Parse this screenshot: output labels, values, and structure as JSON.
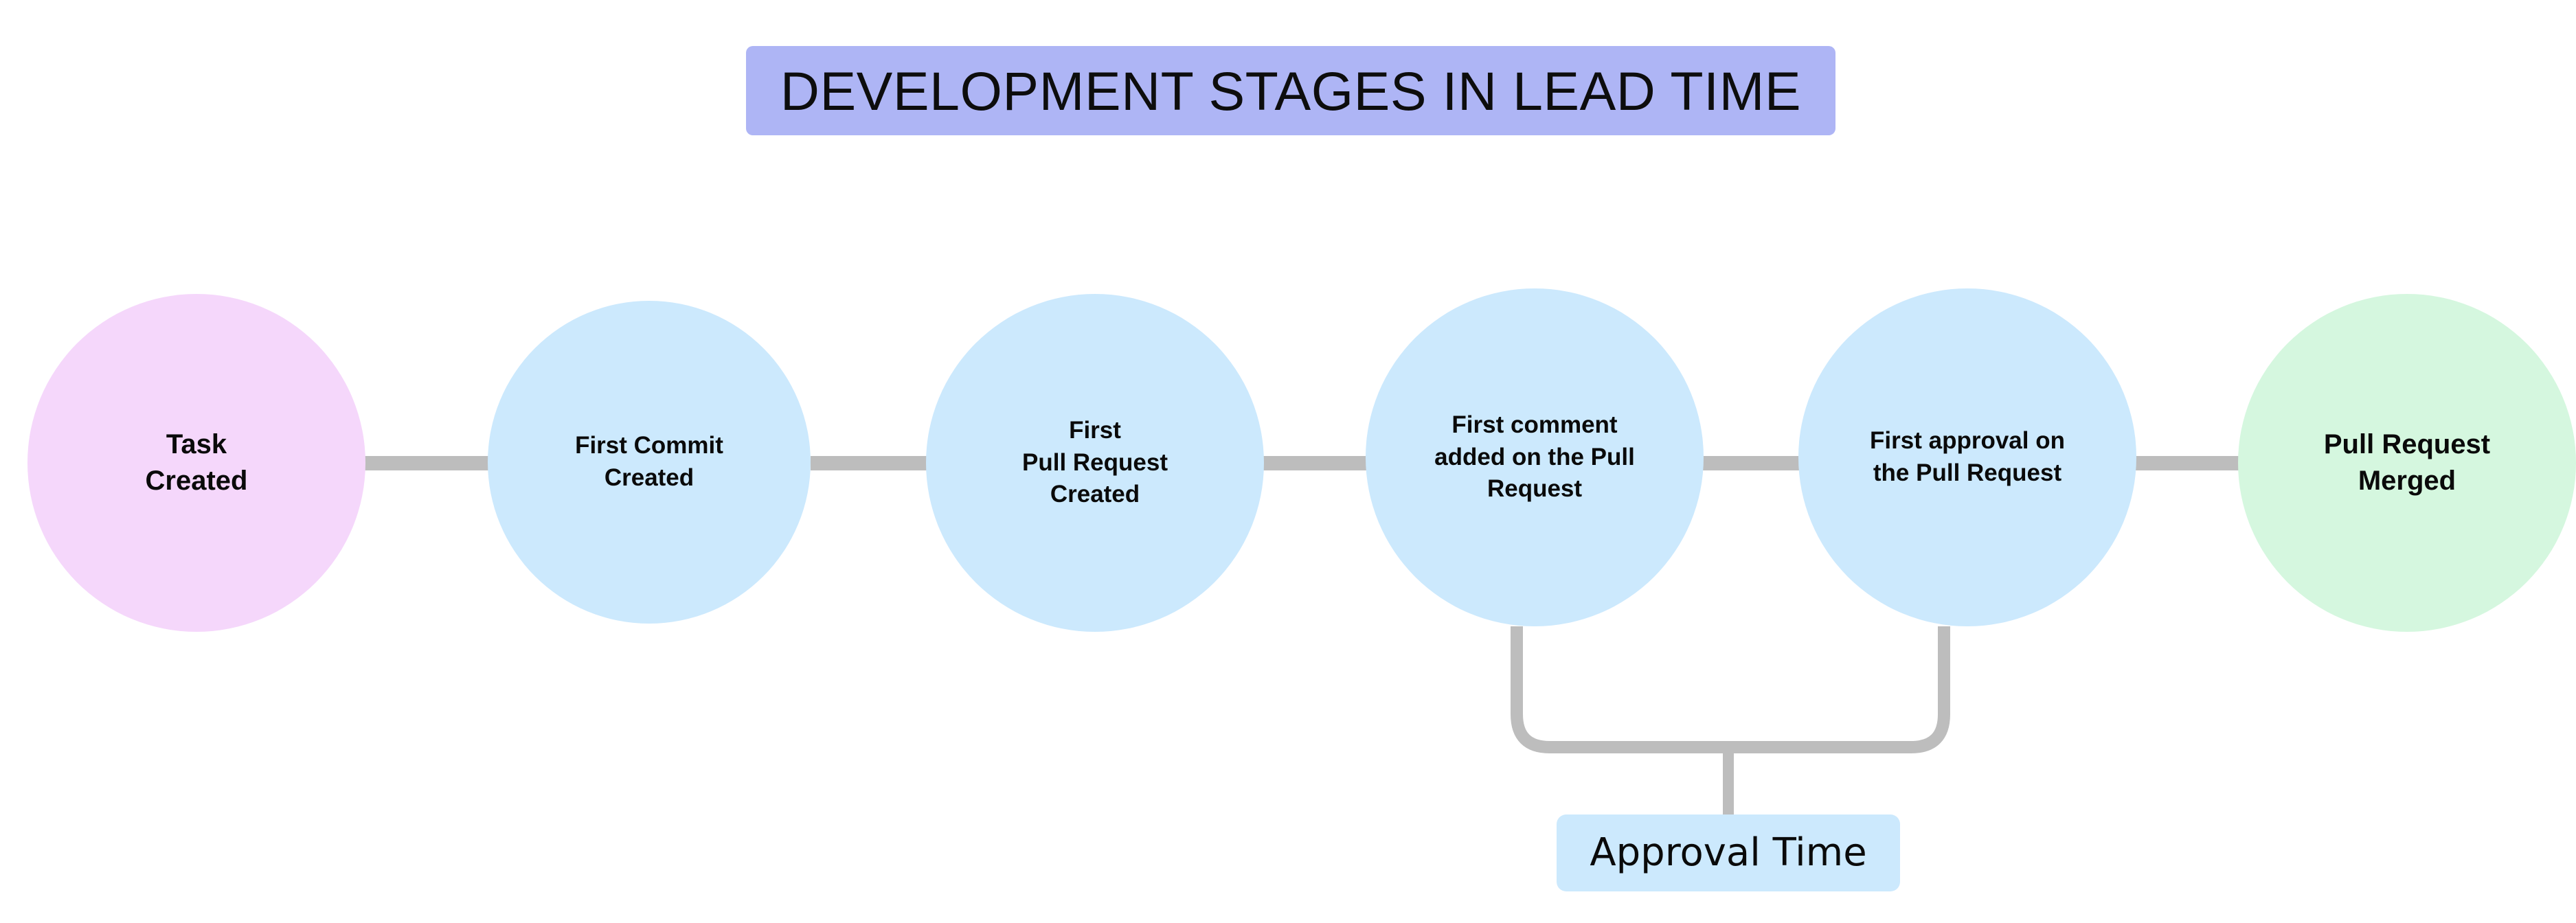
{
  "diagram": {
    "title": "DEVELOPMENT STAGES IN LEAD TIME",
    "title_bg_color": "#AEB5F5",
    "background_color": "#FFFFFF",
    "connector_color": "#BDBDBD",
    "stages": [
      {
        "id": "task-created",
        "label": "Task\nCreated",
        "color": "#F5D7FB",
        "order": 1
      },
      {
        "id": "first-commit-created",
        "label": "First Commit\nCreated",
        "color": "#CCE9FD",
        "order": 2
      },
      {
        "id": "first-pull-request-created",
        "label": "First\nPull Request\nCreated",
        "color": "#CCE9FD",
        "order": 3
      },
      {
        "id": "first-comment-added",
        "label": "First comment\nadded on the Pull\nRequest",
        "color": "#CCE9FD",
        "order": 4
      },
      {
        "id": "first-approval",
        "label": "First approval on\nthe Pull Request",
        "color": "#CCE9FD",
        "order": 5
      },
      {
        "id": "pull-request-merged",
        "label": "Pull Request\nMerged",
        "color": "#D5F7DF",
        "order": 6
      }
    ],
    "annotation": {
      "id": "approval-time",
      "label": "Approval Time",
      "bg_color": "#CCE9FD",
      "spans_from": "first-comment-added",
      "spans_to": "first-approval"
    }
  }
}
